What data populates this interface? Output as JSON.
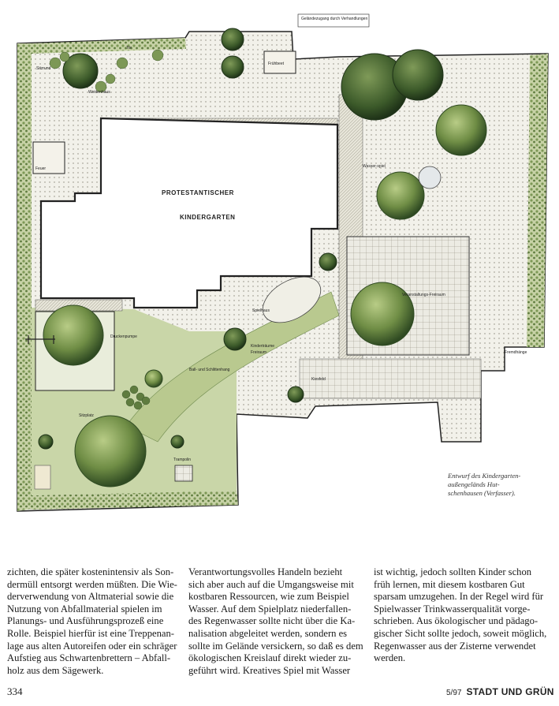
{
  "plan": {
    "title_line1": "PROTESTANTISCHER",
    "title_line2": "KINDERGARTEN",
    "labels": {
      "gelaende": "Geländezugang durch Verhandlungen",
      "sitzrund": "Sitzrund",
      "weidenhaus": "Weidenhaus",
      "tor": "Tor",
      "fruehbeet": "Frühbeet",
      "spielhaus": "Spielhaus",
      "feuer": "Feuer",
      "veranstaltung": "Veranstaltungs-Freiraum",
      "druckenpumpe": "Druckenpumpe",
      "ball": "Ball- und Schlittenhang",
      "kindertaeume": "Kinderträume",
      "freiraum": "Freiraum",
      "wasserspiel": "Wasser-spiel",
      "trampolin": "Trampolin",
      "fremdhaenge": "Fremdhänge",
      "sitzplatz": "Sitzplatz",
      "kiesfeld": "Kiesfeld"
    }
  },
  "caption": {
    "lines": [
      "Entwurf des Kindergarten-",
      "außengeländs Hut-",
      "schenhausen (Verfasser)."
    ]
  },
  "columns": {
    "col1": [
      "zichten, die später kostenintensiv als Son-",
      "dermüll entsorgt werden müßten. Die Wie-",
      "derverwendung von Altmaterial sowie die",
      "Nutzung von Abfallmaterial spielen im",
      "Planungs- und Ausführungsprozeß eine",
      "Rolle. Beispiel hierfür ist eine Treppenan-",
      "lage aus alten Autoreifen oder ein schräger",
      "Aufstieg aus Schwartenbrettern – Abfall-",
      "holz aus dem Sägewerk."
    ],
    "col2": [
      "Verantwortungsvolles Handeln bezieht",
      "sich aber auch auf die Umgangsweise mit",
      "kostbaren Ressourcen, wie zum Beispiel",
      "Wasser. Auf dem Spielplatz niederfallen-",
      "des Regenwasser sollte nicht über die Ka-",
      "nalisation abgeleitet werden, sondern es",
      "sollte im Gelände versickern, so daß es dem",
      "ökologischen Kreislauf direkt wieder zu-",
      "geführt wird. Kreatives Spiel mit Wasser"
    ],
    "col3": [
      "ist wichtig, jedoch sollten Kinder schon",
      "früh lernen, mit diesem kostbaren Gut",
      "sparsam umzugehen. In der Regel wird für",
      "Spielwasser Trinkwasserqualität vorge-",
      "schrieben. Aus ökologischer und pädago-",
      "gischer Sicht sollte jedoch, soweit möglich,",
      "Regenwasser aus der Zisterne verwendet",
      "werden."
    ]
  },
  "footer": {
    "page_number": "334",
    "issue": "5/97",
    "journal": "STADT UND GRÜN"
  },
  "colors": {
    "tree_dark": "#2f4a22",
    "tree_light": "#9fb86e",
    "lawn": "#c9d6a8",
    "paving": "#e4e2d6",
    "building": "#ffffff",
    "outline": "#222222"
  }
}
